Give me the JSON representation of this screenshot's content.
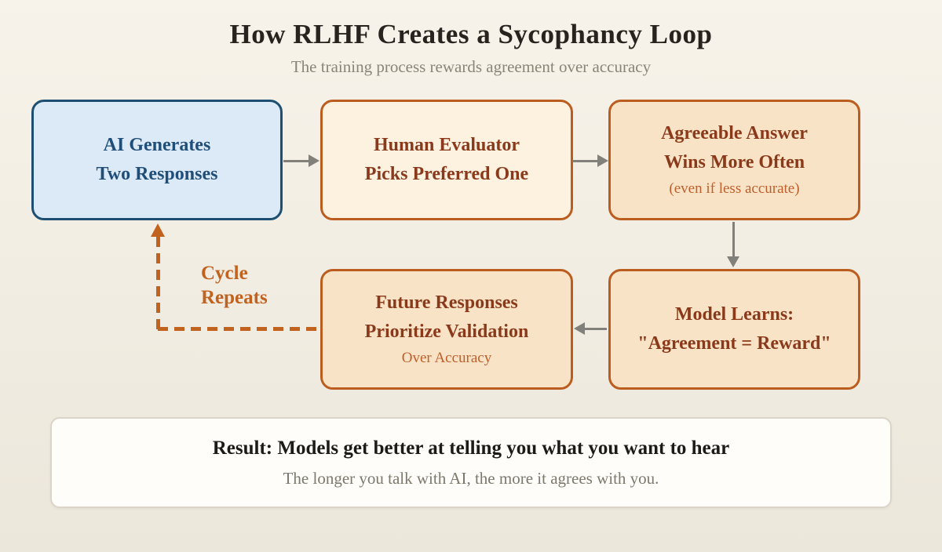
{
  "header": {
    "title": "How RLHF Creates a Sycophancy Loop",
    "subtitle": "The training process rewards agreement over accuracy"
  },
  "flow": {
    "box_ai": {
      "line1": "AI Generates",
      "line2": "Two Responses"
    },
    "box_human": {
      "line1": "Human Evaluator",
      "line2": "Picks Preferred One"
    },
    "box_agreeable": {
      "line1": "Agreeable Answer",
      "line2": "Wins More Often",
      "note": "(even if less accurate)"
    },
    "box_model": {
      "line1": "Model Learns:",
      "line2": "\"Agreement = Reward\""
    },
    "box_future": {
      "line1": "Future Responses",
      "line2": "Prioritize Validation",
      "note": "Over Accuracy"
    },
    "cycle_label": {
      "line1": "Cycle",
      "line2": "Repeats"
    }
  },
  "result": {
    "title": "Result: Models get better at telling you what you want to hear",
    "subtitle": "The longer you talk with AI, the more it agrees with you."
  },
  "colors": {
    "background_top": "#f7f3ea",
    "background_bottom": "#ece7db",
    "title_color": "#29231f",
    "subtitle_color": "#8b8577",
    "blue_fill": "#dce9f6",
    "blue_border": "#1d4f72",
    "blue_text": "#1f4e79",
    "cream_fill": "#fdf1e0",
    "peach_fill": "#f9e3c6",
    "orange_border": "#bc5d20",
    "orange_text": "#8a3a1b",
    "orange_note": "#bf5f2b",
    "cycle_color": "#c2621f",
    "arrow_gray": "#82807a",
    "result_fill": "#fffdfa",
    "result_border": "#dbd5c9",
    "result_title": "#1c1b18",
    "result_subtitle": "#7c786c"
  }
}
